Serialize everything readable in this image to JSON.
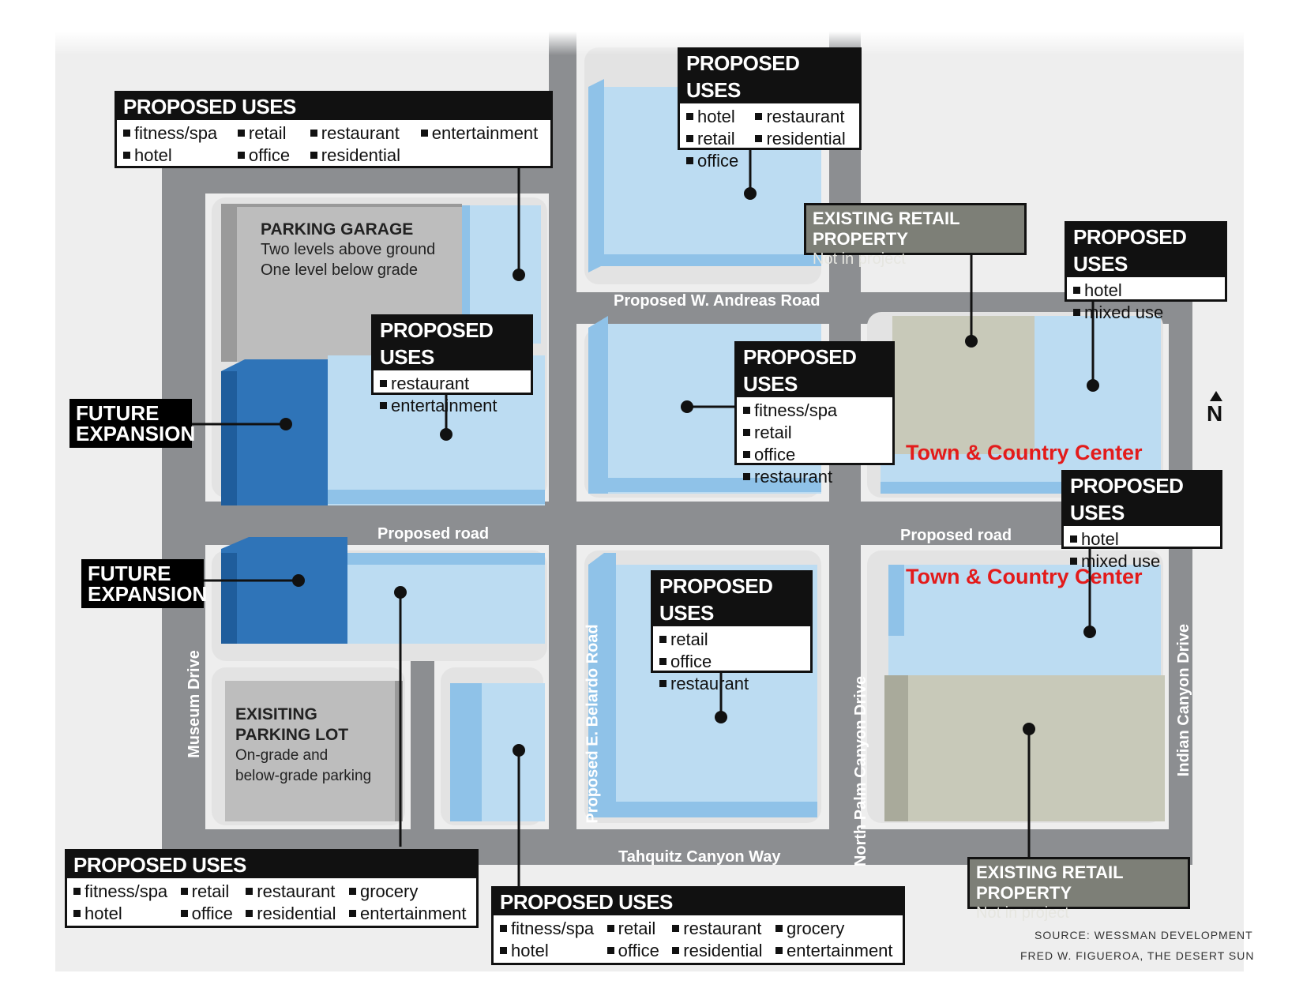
{
  "callouts": {
    "top_left": {
      "title": "PROPOSED USES",
      "items": [
        "fitness/spa",
        "retail",
        "restaurant",
        "entertainment",
        "hotel",
        "office",
        "residential"
      ]
    },
    "top_center": {
      "title": "PROPOSED USES",
      "items": [
        "hotel",
        "restaurant",
        "retail",
        "residential",
        "office"
      ]
    },
    "top_right": {
      "title": "PROPOSED USES",
      "items": [
        "hotel",
        "mixed use"
      ]
    },
    "mid_left": {
      "title": "PROPOSED USES",
      "items": [
        "restaurant",
        "entertainment"
      ]
    },
    "mid_center": {
      "title": "PROPOSED USES",
      "items": [
        "fitness/spa",
        "retail",
        "office",
        "restaurant"
      ]
    },
    "mid_right": {
      "title": "PROPOSED USES",
      "items": [
        "hotel",
        "mixed use"
      ]
    },
    "lower_center": {
      "title": "PROPOSED USES",
      "items": [
        "retail",
        "office",
        "restaurant"
      ]
    },
    "bottom_left": {
      "title": "PROPOSED USES",
      "items": [
        "fitness/spa",
        "retail",
        "restaurant",
        "grocery",
        "hotel",
        "office",
        "residential",
        "entertainment"
      ]
    },
    "bottom_center": {
      "title": "PROPOSED USES",
      "items": [
        "fitness/spa",
        "retail",
        "restaurant",
        "grocery",
        "hotel",
        "office",
        "residential",
        "entertainment"
      ]
    }
  },
  "future_expansion": {
    "line1": "FUTURE",
    "line2": "EXPANSION"
  },
  "existing_retail": {
    "title": "EXISTING RETAIL PROPERTY",
    "subtitle": "Not in project"
  },
  "parking_garage": {
    "title": "PARKING GARAGE",
    "line1": "Two levels above ground",
    "line2": "One level below grade"
  },
  "parking_lot": {
    "title1": "EXISITING",
    "title2": "PARKING LOT",
    "line1": "On-grade and",
    "line2": "below-grade parking"
  },
  "roads": {
    "andreas": "Proposed W. Andreas Road",
    "proposed_road": "Proposed road",
    "belardo": "Proposed E. Belardo Road",
    "museum": "Museum Drive",
    "tahquitz": "Tahquitz Canyon Way",
    "north_palm": "North Palm Canyon Drive",
    "indian": "Indian Canyon Drive"
  },
  "town_country": "Town & Country Center",
  "north": "N",
  "source_line1": "SOURCE: WESSMAN DEVELOPMENT",
  "source_line2": "FRED W. FIGUEROA, THE DESERT SUN",
  "colors": {
    "road": "#8c8e91",
    "building": "#bcdcf2",
    "building_side": "#8fc2e8",
    "expansion": "#2f74b8",
    "expansion_side": "#1f5d9c",
    "gray_block": "#b8b8b8",
    "retail": "#c8c9b9",
    "label_red": "#e31b1b"
  }
}
